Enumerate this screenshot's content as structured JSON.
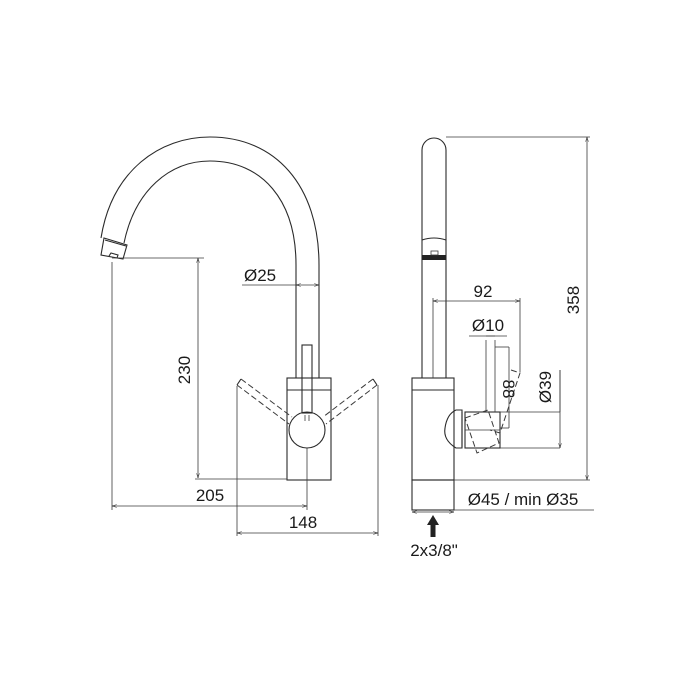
{
  "diagram": {
    "title": "Kitchen mixer tap technical drawing",
    "views": [
      "front-view",
      "side-view"
    ],
    "line_color": "#2a2a2a",
    "background": "#ffffff"
  },
  "dimensions": {
    "spout_diameter": "Ø25",
    "spout_height": "230",
    "spout_reach": "205",
    "lever_span": "148",
    "total_height": "358",
    "side_depth": "92",
    "lever_diameter": "Ø10",
    "lever_length": "88",
    "handle_diameter": "Ø39",
    "base_hole": "Ø45 / min Ø35",
    "connection": "2x3/8\""
  }
}
